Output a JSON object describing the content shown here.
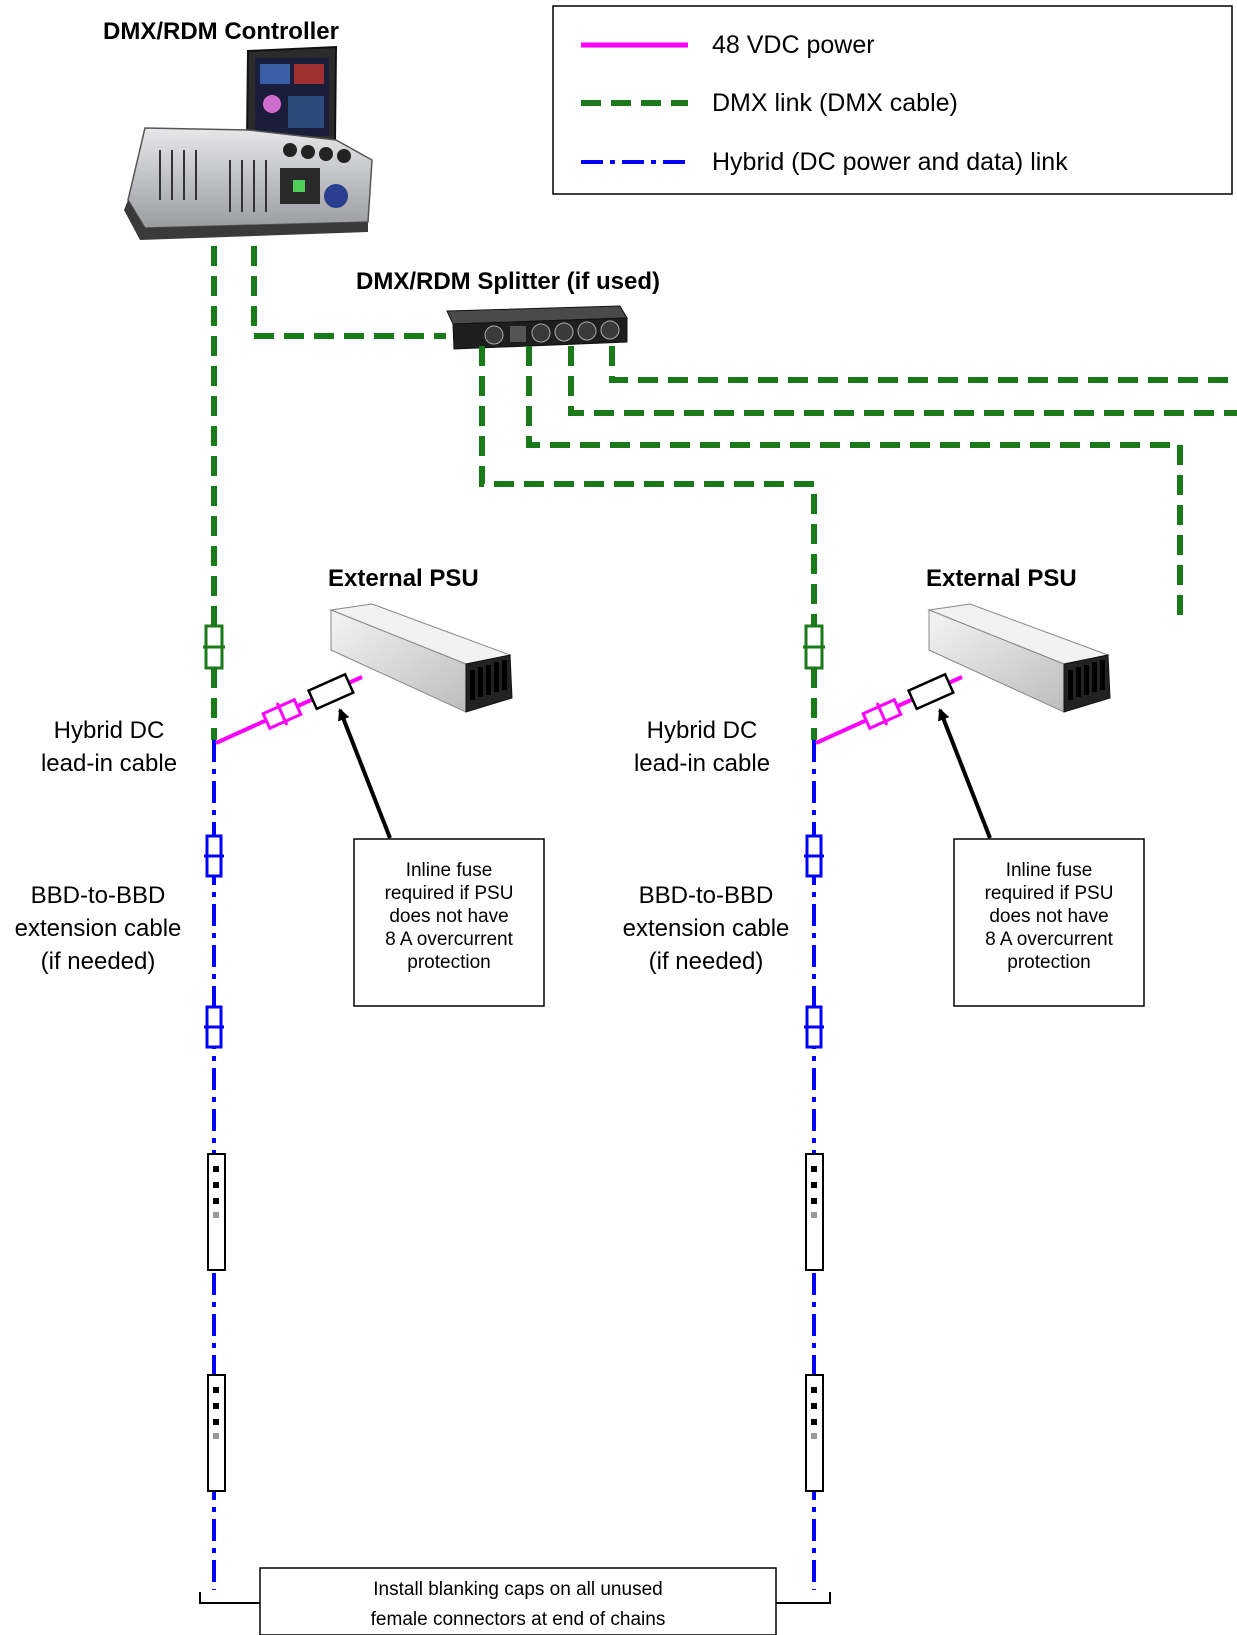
{
  "legend": {
    "items": [
      {
        "label": "48 VDC power",
        "color": "#ff00ff",
        "style": "solid"
      },
      {
        "label": "DMX link (DMX cable)",
        "color": "#1a7a1a",
        "style": "dashed"
      },
      {
        "label": "Hybrid (DC power and data) link",
        "color": "#0000ff",
        "style": "dash-dot"
      }
    ]
  },
  "controller": {
    "title": "DMX/RDM Controller"
  },
  "splitter": {
    "title": "DMX/RDM Splitter (if used)"
  },
  "chains": [
    {
      "psu_title": "External PSU",
      "leadin_line1": "Hybrid DC",
      "leadin_line2": "lead-in cable",
      "ext_line1": "BBD-to-BBD",
      "ext_line2": "extension cable",
      "ext_line3": "(if needed)",
      "fuse_note": [
        "Inline fuse",
        "required if PSU",
        "does not have",
        "8 A overcurrent",
        "protection"
      ]
    },
    {
      "psu_title": "External PSU",
      "leadin_line1": "Hybrid DC",
      "leadin_line2": "lead-in cable",
      "ext_line1": "BBD-to-BBD",
      "ext_line2": "extension cable",
      "ext_line3": "(if needed)",
      "fuse_note": [
        "Inline fuse",
        "required if PSU",
        "does not have",
        "8 A overcurrent",
        "protection"
      ]
    }
  ],
  "footer_note": [
    "Install blanking caps on all unused",
    "female connectors at end of chains"
  ],
  "colors": {
    "power": "#ff00ff",
    "dmx": "#1a7a1a",
    "hybrid": "#0000ff"
  }
}
